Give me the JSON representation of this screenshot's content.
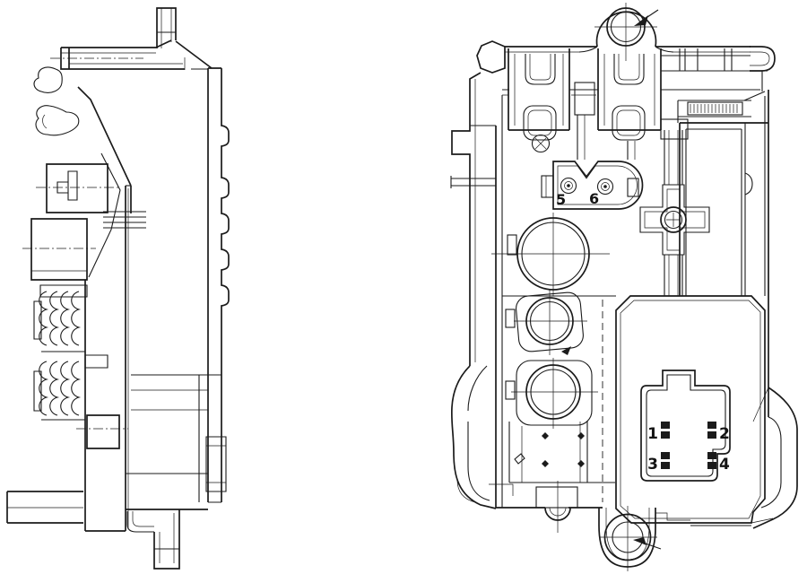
{
  "drawing": {
    "background": "#ffffff",
    "line_color": "#1b1b1b"
  },
  "front_view": {
    "small_connector": {
      "pins": [
        "5",
        "6"
      ]
    },
    "main_connector": {
      "pins": [
        "1",
        "2",
        "3",
        "4"
      ]
    }
  }
}
